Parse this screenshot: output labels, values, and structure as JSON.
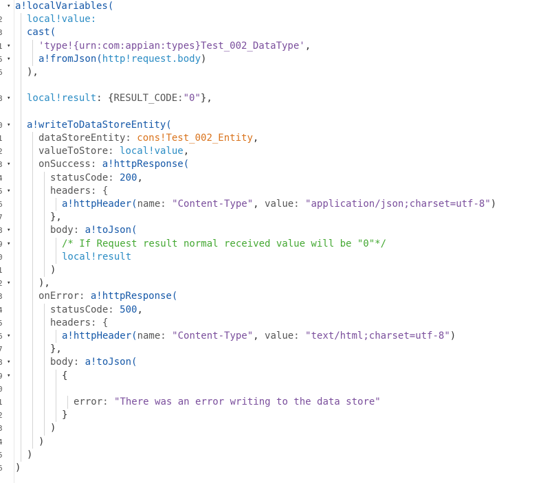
{
  "colors": {
    "function": "#1558a8",
    "local": "#2b8cc4",
    "string": "#7a4e9c",
    "constant": "#d9731c",
    "comment": "#44a832",
    "text": "#333333",
    "param": "#555555"
  },
  "fold_icon": "fold-arrow-icon",
  "gutter": {
    "partial_digits": [
      "",
      "2",
      "3",
      "1",
      "5",
      "6",
      "",
      "8",
      "",
      "0",
      "1",
      "2",
      "3",
      "4",
      "5",
      "6",
      "7",
      "8",
      "9",
      "0",
      "1",
      "2",
      "3",
      "4",
      "5",
      "6",
      "7",
      "8",
      "9",
      "0",
      "1",
      "2",
      "3",
      "4",
      "5",
      "6"
    ],
    "fold_rows": [
      0,
      3,
      4,
      7,
      9,
      12,
      14,
      17,
      18,
      21,
      25,
      27,
      28
    ]
  },
  "code_lines": [
    {
      "indent": 0,
      "tokens": [
        {
          "t": "a!localVariables(",
          "c": "function"
        }
      ]
    },
    {
      "indent": 1,
      "tokens": [
        {
          "t": "local!value:",
          "c": "local"
        }
      ]
    },
    {
      "indent": 1,
      "tokens": [
        {
          "t": "cast(",
          "c": "function"
        }
      ]
    },
    {
      "indent": 2,
      "tokens": [
        {
          "t": "'type!{urn:com:appian:types}Test_002_DataType'",
          "c": "string"
        },
        {
          "t": ",",
          "c": "text"
        }
      ]
    },
    {
      "indent": 2,
      "tokens": [
        {
          "t": "a!fromJson(",
          "c": "function"
        },
        {
          "t": "http!request.body",
          "c": "local"
        },
        {
          "t": ")",
          "c": "text"
        }
      ]
    },
    {
      "indent": 1,
      "tokens": [
        {
          "t": "),",
          "c": "text"
        }
      ]
    },
    {
      "indent": 0,
      "tokens": []
    },
    {
      "indent": 1,
      "tokens": [
        {
          "t": "local!result",
          "c": "local"
        },
        {
          "t": ": {",
          "c": "text"
        },
        {
          "t": "RESULT_CODE:",
          "c": "param"
        },
        {
          "t": "\"0\"",
          "c": "string"
        },
        {
          "t": "},",
          "c": "text"
        }
      ]
    },
    {
      "indent": 0,
      "tokens": []
    },
    {
      "indent": 1,
      "tokens": [
        {
          "t": "a!writeToDataStoreEntity(",
          "c": "function"
        }
      ]
    },
    {
      "indent": 2,
      "tokens": [
        {
          "t": "dataStoreEntity: ",
          "c": "param"
        },
        {
          "t": "cons!Test_002_Entity",
          "c": "constant"
        },
        {
          "t": ",",
          "c": "text"
        }
      ]
    },
    {
      "indent": 2,
      "tokens": [
        {
          "t": "valueToStore: ",
          "c": "param"
        },
        {
          "t": "local!value",
          "c": "local"
        },
        {
          "t": ",",
          "c": "text"
        }
      ]
    },
    {
      "indent": 2,
      "tokens": [
        {
          "t": "onSuccess: ",
          "c": "param"
        },
        {
          "t": "a!httpResponse(",
          "c": "function"
        }
      ]
    },
    {
      "indent": 3,
      "tokens": [
        {
          "t": "statusCode: ",
          "c": "param"
        },
        {
          "t": "200",
          "c": "function"
        },
        {
          "t": ",",
          "c": "text"
        }
      ]
    },
    {
      "indent": 3,
      "tokens": [
        {
          "t": "headers: {",
          "c": "param"
        }
      ]
    },
    {
      "indent": 4,
      "tokens": [
        {
          "t": "a!httpHeader(",
          "c": "function"
        },
        {
          "t": "name: ",
          "c": "param"
        },
        {
          "t": "\"Content-Type\"",
          "c": "string"
        },
        {
          "t": ", ",
          "c": "text"
        },
        {
          "t": "value: ",
          "c": "param"
        },
        {
          "t": "\"application/json;charset=utf-8\"",
          "c": "string"
        },
        {
          "t": ")",
          "c": "text"
        }
      ]
    },
    {
      "indent": 3,
      "tokens": [
        {
          "t": "},",
          "c": "text"
        }
      ]
    },
    {
      "indent": 3,
      "tokens": [
        {
          "t": "body: ",
          "c": "param"
        },
        {
          "t": "a!toJson(",
          "c": "function"
        }
      ]
    },
    {
      "indent": 4,
      "tokens": [
        {
          "t": "/* If Request result normal received value will be \"0\"*/",
          "c": "comment"
        }
      ]
    },
    {
      "indent": 4,
      "tokens": [
        {
          "t": "local!result",
          "c": "local"
        }
      ]
    },
    {
      "indent": 3,
      "tokens": [
        {
          "t": ")",
          "c": "text"
        }
      ]
    },
    {
      "indent": 2,
      "tokens": [
        {
          "t": "),",
          "c": "text"
        }
      ]
    },
    {
      "indent": 2,
      "tokens": [
        {
          "t": "onError: ",
          "c": "param"
        },
        {
          "t": "a!httpResponse(",
          "c": "function"
        }
      ]
    },
    {
      "indent": 3,
      "tokens": [
        {
          "t": "statusCode: ",
          "c": "param"
        },
        {
          "t": "500",
          "c": "function"
        },
        {
          "t": ",",
          "c": "text"
        }
      ]
    },
    {
      "indent": 3,
      "tokens": [
        {
          "t": "headers: {",
          "c": "param"
        }
      ]
    },
    {
      "indent": 4,
      "tokens": [
        {
          "t": "a!httpHeader(",
          "c": "function"
        },
        {
          "t": "name: ",
          "c": "param"
        },
        {
          "t": "\"Content-Type\"",
          "c": "string"
        },
        {
          "t": ", ",
          "c": "text"
        },
        {
          "t": "value: ",
          "c": "param"
        },
        {
          "t": "\"text/html;charset=utf-8\"",
          "c": "string"
        },
        {
          "t": ")",
          "c": "text"
        }
      ]
    },
    {
      "indent": 3,
      "tokens": [
        {
          "t": "},",
          "c": "text"
        }
      ]
    },
    {
      "indent": 3,
      "tokens": [
        {
          "t": "body: ",
          "c": "param"
        },
        {
          "t": "a!toJson(",
          "c": "function"
        }
      ]
    },
    {
      "indent": 4,
      "tokens": [
        {
          "t": "{",
          "c": "text"
        }
      ]
    },
    {
      "indent": 0,
      "tokens": []
    },
    {
      "indent": 5,
      "tokens": [
        {
          "t": "error: ",
          "c": "param"
        },
        {
          "t": "\"There was an error writing to the data store\"",
          "c": "string"
        }
      ]
    },
    {
      "indent": 4,
      "tokens": [
        {
          "t": "}",
          "c": "text"
        }
      ]
    },
    {
      "indent": 3,
      "tokens": [
        {
          "t": ")",
          "c": "text"
        }
      ]
    },
    {
      "indent": 2,
      "tokens": [
        {
          "t": ")",
          "c": "text"
        }
      ]
    },
    {
      "indent": 1,
      "tokens": [
        {
          "t": ")",
          "c": "text"
        }
      ]
    },
    {
      "indent": 0,
      "tokens": [
        {
          "t": ")",
          "c": "text"
        }
      ]
    }
  ]
}
